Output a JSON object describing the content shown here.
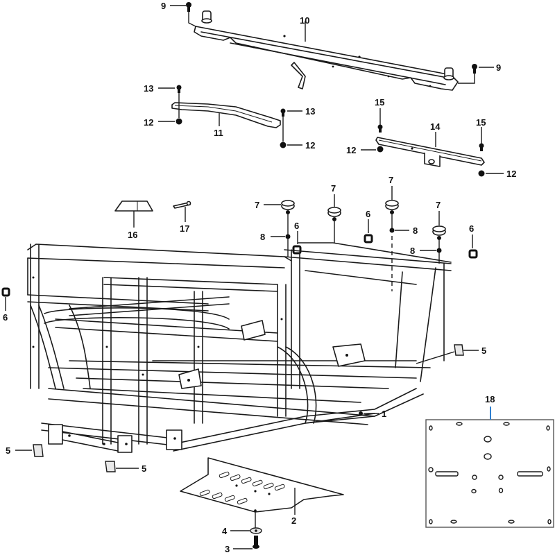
{
  "diagram": {
    "title": "Frame exploded parts diagram",
    "leader_color": "#1a1a1a",
    "highlight_color": "#2f7fd0",
    "callouts": {
      "c1": "1",
      "c2": "2",
      "c3": "3",
      "c4": "4",
      "c5a": "5",
      "c5b": "5",
      "c5c": "5",
      "c6a": "6",
      "c6b": "6",
      "c6c": "6",
      "c6d": "6",
      "c7a": "7",
      "c7b": "7",
      "c7c": "7",
      "c7d": "7",
      "c8a": "8",
      "c8b": "8",
      "c8c": "8",
      "c9a": "9",
      "c9b": "9",
      "c10": "10",
      "c11": "11",
      "c12a": "12",
      "c12b": "12",
      "c12c": "12",
      "c12d": "12",
      "c13a": "13",
      "c13b": "13",
      "c14": "14",
      "c15a": "15",
      "c15b": "15",
      "c16": "16",
      "c17": "17",
      "c18": "18"
    }
  }
}
